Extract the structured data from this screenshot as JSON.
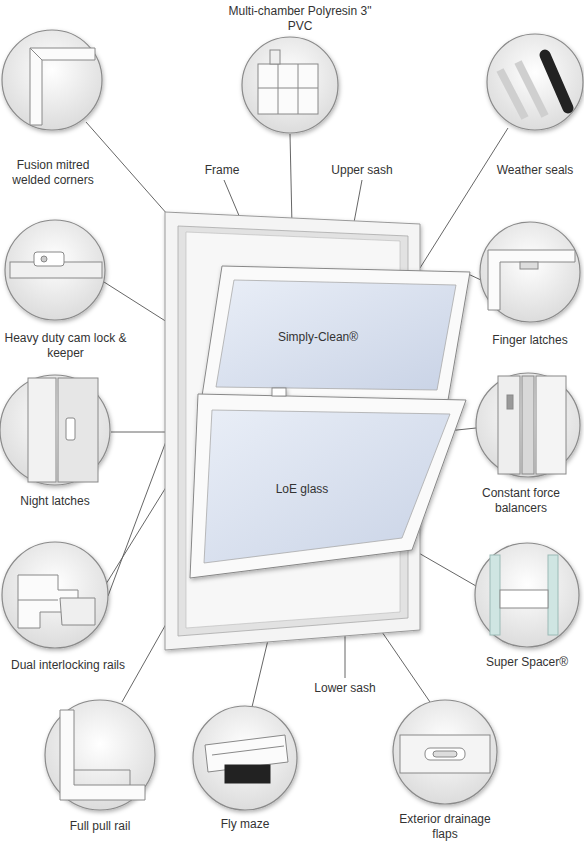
{
  "diagram": {
    "labels": [
      "Multi-chamber Polyresin 3\" PVC",
      "Fusion mitred welded corners",
      "Frame",
      "Upper sash",
      "Weather seals",
      "Heavy duty cam lock & keeper",
      "Finger latches",
      "Simply-Clean®",
      "Night latches",
      "LoE glass",
      "Constant force balancers",
      "Dual interlocking rails",
      "Super Spacer®",
      "Lower sash",
      "Full pull rail",
      "Fly maze",
      "Exterior drainage flaps"
    ]
  }
}
